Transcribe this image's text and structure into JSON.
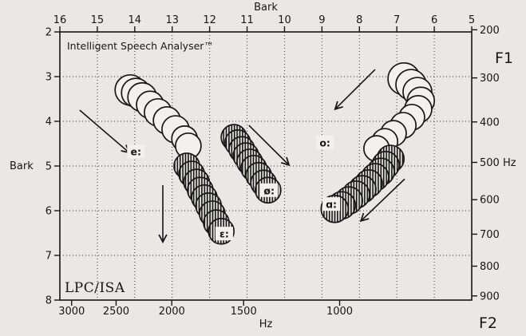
{
  "chart_data": {
    "type": "scatter",
    "title": "Intelligent Speech Analyser™",
    "watermark": "LPC/ISA",
    "coordinate_system": "bark",
    "colors": {
      "ink": "#171717",
      "background": "#e9e8e5",
      "token_fill": "#f2f1ee"
    },
    "x_axis": {
      "top_label": "Bark",
      "bottom_label": "F2",
      "bottom_unit": "Hz",
      "range_bark": [
        16,
        5
      ],
      "ticks_bark": [
        16,
        15,
        14,
        13,
        12,
        11,
        10,
        9,
        8,
        7,
        6,
        5
      ],
      "ticks_hz": [
        3000,
        2500,
        2000,
        1500,
        1000
      ]
    },
    "y_axis": {
      "left_label": "Bark",
      "right_label": "F1",
      "range_bark": [
        2,
        8
      ],
      "ticks_bark": [
        2,
        3,
        4,
        5,
        6,
        7,
        8
      ],
      "ticks_hz": [
        200,
        300,
        400,
        500,
        600,
        700,
        800,
        900
      ],
      "hz_suffix": "Hz",
      "hz_suffix_at": 500
    },
    "grid": {
      "vertical_bark": [
        15,
        14,
        13,
        12,
        11,
        10,
        9,
        8,
        7,
        6
      ],
      "horizontal_bark": [
        3,
        4,
        5,
        6,
        7
      ]
    },
    "clusters": [
      {
        "name": "e-long",
        "label": "e:",
        "fill": "open",
        "r": 17,
        "points": [
          [
            14.12,
            3.3,
            19
          ],
          [
            13.97,
            3.36,
            18
          ],
          [
            13.8,
            3.46,
            18
          ],
          [
            13.59,
            3.63,
            17
          ],
          [
            13.38,
            3.8,
            17
          ],
          [
            13.14,
            3.98,
            17
          ],
          [
            12.91,
            4.18,
            17
          ],
          [
            12.67,
            4.39,
            16
          ],
          [
            12.57,
            4.55,
            16
          ]
        ]
      },
      {
        "name": "epsilon-long",
        "label": "ɛ:",
        "fill": "hatched",
        "r": 16,
        "points": [
          [
            12.61,
            5.0
          ],
          [
            12.48,
            5.18
          ],
          [
            12.35,
            5.36
          ],
          [
            12.25,
            5.54
          ],
          [
            12.14,
            5.71
          ],
          [
            12.03,
            5.89
          ],
          [
            11.93,
            6.07
          ],
          [
            11.82,
            6.27
          ],
          [
            11.69,
            6.46
          ]
        ]
      },
      {
        "name": "oe-long",
        "label": "ø:",
        "fill": "hatched",
        "r": 16,
        "points": [
          [
            11.35,
            4.36
          ],
          [
            11.25,
            4.48
          ],
          [
            11.14,
            4.63
          ],
          [
            11.03,
            4.77
          ],
          [
            10.93,
            4.91
          ],
          [
            10.82,
            5.05
          ],
          [
            10.69,
            5.21
          ],
          [
            10.56,
            5.38
          ],
          [
            10.44,
            5.54
          ]
        ]
      },
      {
        "name": "o-long",
        "label": "o:",
        "fill": "open",
        "r": 17,
        "points": [
          [
            6.81,
            3.05,
            20
          ],
          [
            6.62,
            3.18,
            19
          ],
          [
            6.45,
            3.34,
            18
          ],
          [
            6.36,
            3.54,
            17
          ],
          [
            6.43,
            3.73,
            17
          ],
          [
            6.6,
            3.91,
            16
          ],
          [
            6.83,
            4.09,
            16
          ],
          [
            7.09,
            4.27,
            16
          ],
          [
            7.32,
            4.45,
            16
          ],
          [
            7.54,
            4.61,
            16
          ]
        ]
      },
      {
        "name": "alpha-long",
        "label": "ɑ:",
        "fill": "hatched",
        "r": 17,
        "points": [
          [
            7.17,
            4.84
          ],
          [
            7.3,
            4.98
          ],
          [
            7.43,
            5.13
          ],
          [
            7.58,
            5.25
          ],
          [
            7.75,
            5.39
          ],
          [
            7.92,
            5.52
          ],
          [
            8.09,
            5.64
          ],
          [
            8.28,
            5.77
          ],
          [
            8.47,
            5.88
          ],
          [
            8.66,
            5.96
          ]
        ]
      }
    ],
    "vowel_labels": [
      {
        "name": "e-long",
        "text": "e:",
        "at": [
          13.97,
          4.68
        ]
      },
      {
        "name": "epsilon-long",
        "text": "ɛ:",
        "at": [
          11.61,
          6.52
        ]
      },
      {
        "name": "oe-long",
        "text": "ø:",
        "at": [
          10.41,
          5.55
        ]
      },
      {
        "name": "o-long",
        "text": "o:",
        "at": [
          8.92,
          4.48
        ]
      },
      {
        "name": "alpha-long",
        "text": "ɑ:",
        "at": [
          8.75,
          5.86
        ]
      }
    ],
    "arrows": [
      {
        "name": "arrow-e-onset",
        "from": [
          15.47,
          3.75
        ],
        "to": [
          14.15,
          4.7
        ]
      },
      {
        "name": "arrow-epsilon",
        "from": [
          13.25,
          5.43
        ],
        "to": [
          13.25,
          6.7
        ]
      },
      {
        "name": "arrow-oe",
        "from": [
          10.95,
          4.09
        ],
        "to": [
          9.88,
          4.98
        ]
      },
      {
        "name": "arrow-o-onset",
        "from": [
          7.58,
          2.84
        ],
        "to": [
          8.65,
          3.73
        ]
      },
      {
        "name": "arrow-alpha",
        "from": [
          6.79,
          5.29
        ],
        "to": [
          7.96,
          6.23
        ]
      }
    ]
  }
}
